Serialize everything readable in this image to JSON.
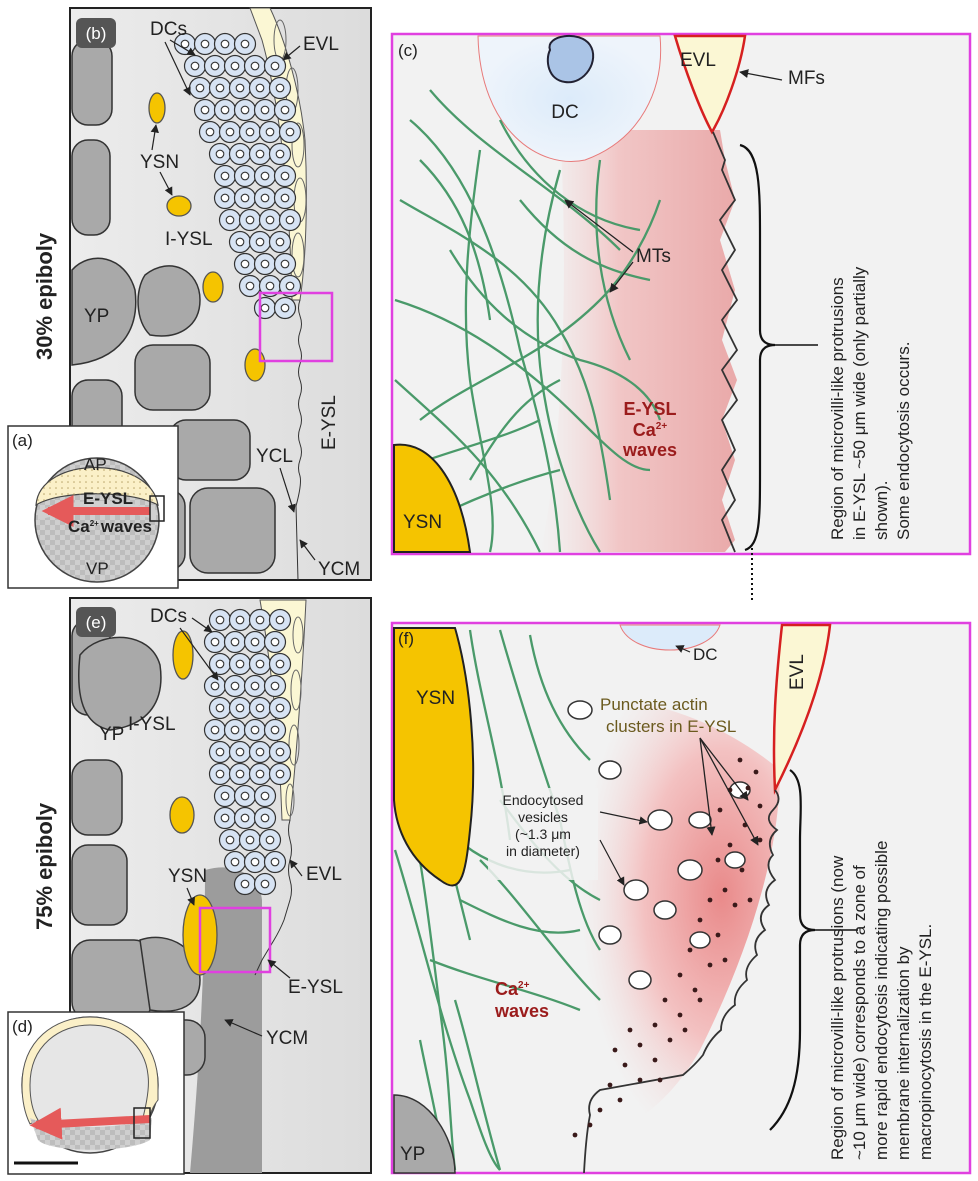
{
  "panels": {
    "a": {
      "tag": "(a)",
      "ap": "AP",
      "vp": "VP",
      "eysl": "E-YSL",
      "ca": "Ca",
      "ca_sup": "2+",
      "waves": "waves"
    },
    "b": {
      "tag": "(b)",
      "dcs": "DCs",
      "evl": "EVL",
      "ysn": "YSN",
      "iysl": "I-YSL",
      "yp": "YP",
      "ycl": "YCL",
      "eysl": "E-YSL",
      "ycm": "YCM"
    },
    "c": {
      "tag": "(c)",
      "dc": "DC",
      "evl": "EVL",
      "mfs": "MFs",
      "mts": "MTs",
      "eysl": "E-YSL",
      "ca": "Ca",
      "ca_sup": "2+",
      "waves": "waves",
      "ysn": "YSN",
      "note": [
        "Region of microvilli-like protrusions",
        "in E-YSL ~50 μm wide (only partially",
        "shown).",
        "Some endocytosis occurs."
      ]
    },
    "d": {
      "tag": "(d)"
    },
    "e": {
      "tag": "(e)",
      "dcs": "DCs",
      "iysl": "I-YSL",
      "yp": "YP",
      "ysn": "YSN",
      "evl": "EVL",
      "eysl": "E-YSL",
      "ycm": "YCM"
    },
    "f": {
      "tag": "(f)",
      "ysn": "YSN",
      "dc": "DC",
      "evl": "EVL",
      "punctate": [
        "Punctate actin",
        "clusters in E-YSL"
      ],
      "endo": [
        "Endocytosed",
        "vesicles",
        "(~1.3 μm",
        "in diameter)"
      ],
      "ca": "Ca",
      "ca_sup": "2+",
      "waves": "waves",
      "yp": "YP",
      "note": [
        "Region of microvilli-like protrusions (now",
        "~10 μm wide) corresponds to a zone of",
        "more rapid endocytosis indicating possible",
        "membrane internalization by",
        "macropinocytosis in the  E-YSL."
      ]
    }
  },
  "stages": {
    "top": "30% epiboly",
    "bottom": "75% epiboly"
  },
  "colors": {
    "yolk_platelet": "#a9a9a9",
    "ysn": "#f5c400",
    "dc_fill": "#d7e3f3",
    "evl": "#fbf7d4",
    "frame_magenta": "#e040e0",
    "microtubule": "#4a9a6a",
    "ca_red": "#e25050",
    "ca_label": "#9b1c1c"
  }
}
